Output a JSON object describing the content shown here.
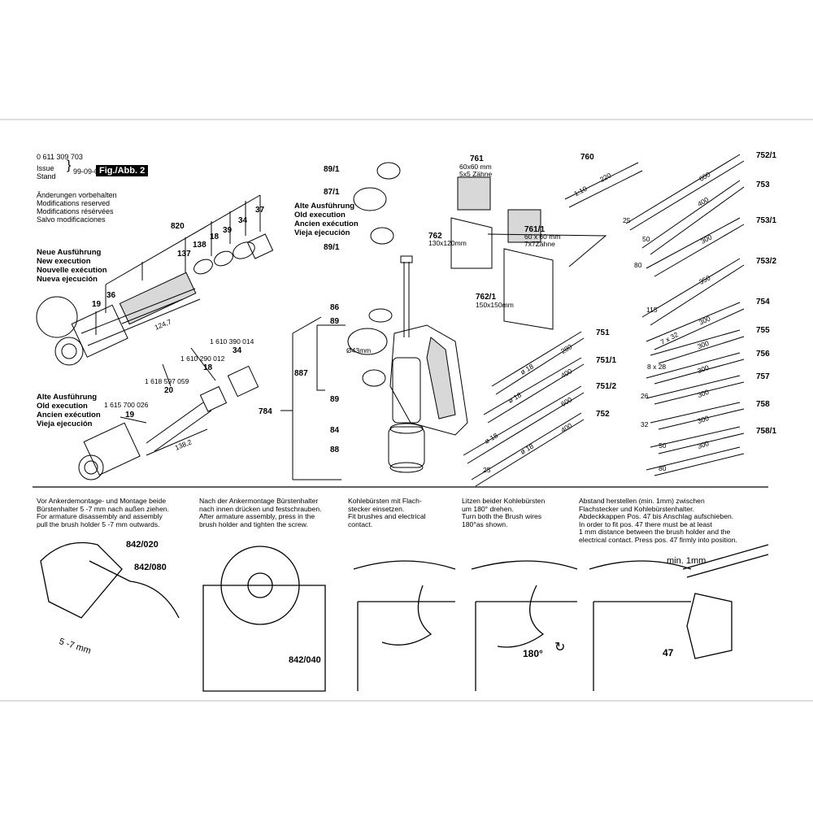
{
  "header": {
    "part_number": "0 611 309 703",
    "issue_label_1": "Issue",
    "issue_label_2": "Stand",
    "issue_date": "99-09-02",
    "figure_label": "Fig./Abb. 2",
    "modifications": [
      "Änderungen vorbehalten",
      "Modifications reserved",
      "Modifications résérvées",
      "Salvo modificaciones"
    ]
  },
  "execution_labels": {
    "new": [
      "Neue Ausführung",
      "New execution",
      "Nouvelle exécution",
      "Nueva ejecución"
    ],
    "old": [
      "Alte Ausführung",
      "Old execution",
      "Ancien exécution",
      "Vieja ejecución"
    ],
    "old_top": [
      "Alte Ausführung",
      "Old execution",
      "Ancien exécution",
      "Vieja ejecución"
    ]
  },
  "callouts": {
    "c820": "820",
    "c138": "138",
    "c18a": "18",
    "c39": "39",
    "c34a": "34",
    "c37": "37",
    "c137": "137",
    "c19a": "19",
    "c36": "36",
    "dim_124": "124,7",
    "pn_390": "1 610 390 014",
    "c34b": "34",
    "pn_290": "1 610 290 012",
    "c18b": "18",
    "pn_597": "1 618 597 059",
    "c20": "20",
    "pn_700": "1 615 700 026",
    "c19b": "19",
    "dim_138": "138,2",
    "c89_1a": "89/1",
    "c87_1": "87/1",
    "c89_1b": "89/1",
    "c86": "86",
    "c89a": "89",
    "c887": "887",
    "c89b": "89",
    "c784": "784",
    "c84": "84",
    "c88": "88",
    "dia43": "Ø43mm",
    "c761": "761",
    "c761_sub1": "60x60 mm",
    "c761_sub2": "5x5 Zähne",
    "c760": "760",
    "c762": "762",
    "c762_sub": "130x120mm",
    "c761_1": "761/1",
    "c761_1_sub1": "60 x 60 mm",
    "c761_1_sub2": "7x7Zähne",
    "c762_1": "762/1",
    "c762_1_sub": "150x150mm",
    "c752_1": "752/1",
    "c753": "753",
    "c753_1": "753/1",
    "c753_2": "753/2",
    "c754": "754",
    "c755": "755",
    "c756": "756",
    "c757": "757",
    "c758": "758",
    "c758_1": "758/1",
    "c751": "751",
    "c751_1": "751/1",
    "c751_2": "751/2",
    "c752": "752"
  },
  "tool_labels": {
    "t760_ratio": "1:10",
    "t760_len": "220",
    "t752_1_len": "600",
    "t752_1_w": "25",
    "t753_len": "400",
    "t753_w": "50",
    "t753_1_len": "300",
    "t753_1_w": "80",
    "t753_2_len": "350",
    "t753_2_w": "115",
    "t754_len": "300",
    "t754_w": "7 x 32",
    "t755_len": "300",
    "t755_w": "8 x 28",
    "t756_len": "300",
    "t756_w": "26",
    "t757_len": "300",
    "t757_w": "32",
    "t758_len": "300",
    "t758_w": "50",
    "t758_1_len": "300",
    "t758_1_w": "80",
    "t751_d": "ø 18",
    "t751_len": "280",
    "t751_1_d": "ø 18",
    "t751_1_len": "400",
    "t751_2_d": "ø 18",
    "t751_2_len": "600",
    "t752_d": "ø 18",
    "t752_len": "400",
    "t752_w": "25"
  },
  "instructions": {
    "col1": [
      "Vor Ankerdemontage- und Montage beide",
      "Bürstenhalter 5 -7 mm nach außen ziehen.",
      "For armature disassembly and assembly",
      "pull the brush holder 5 -7 mm outwards."
    ],
    "col2": [
      "Nach der Ankermontage Bürstenhalter",
      "nach innen drücken und festschrauben.",
      "After armature assembly, press in the",
      "brush holder and tighten the screw."
    ],
    "col3": [
      "Kohlebürsten mit Flach-",
      "stecker einsetzen.",
      "Fit brushes and electrical",
      "contact."
    ],
    "col4": [
      "Litzen beider Kohlebürsten",
      "um 180° drehen.",
      "Turn both the Brush wires",
      "180°as shown."
    ],
    "col5": [
      "Abstand herstellen (min. 1mm) zwischen",
      "Flachstecker und Kohlebürstenhalter.",
      "Abdeckkappen Pos. 47 bis Anschlag aufschieben.",
      "In order to fit pos. 47 there must be at least",
      "1 mm distance between the brush holder and the",
      "electrical contact. Press pos. 47 firmly into position."
    ]
  },
  "bottom_callouts": {
    "b842_020": "842/020",
    "b842_080": "842/080",
    "b5_7": "5 -7 mm",
    "b842_040": "842/040",
    "b180": "180°",
    "bmin": "min. 1mm",
    "b47": "47"
  }
}
